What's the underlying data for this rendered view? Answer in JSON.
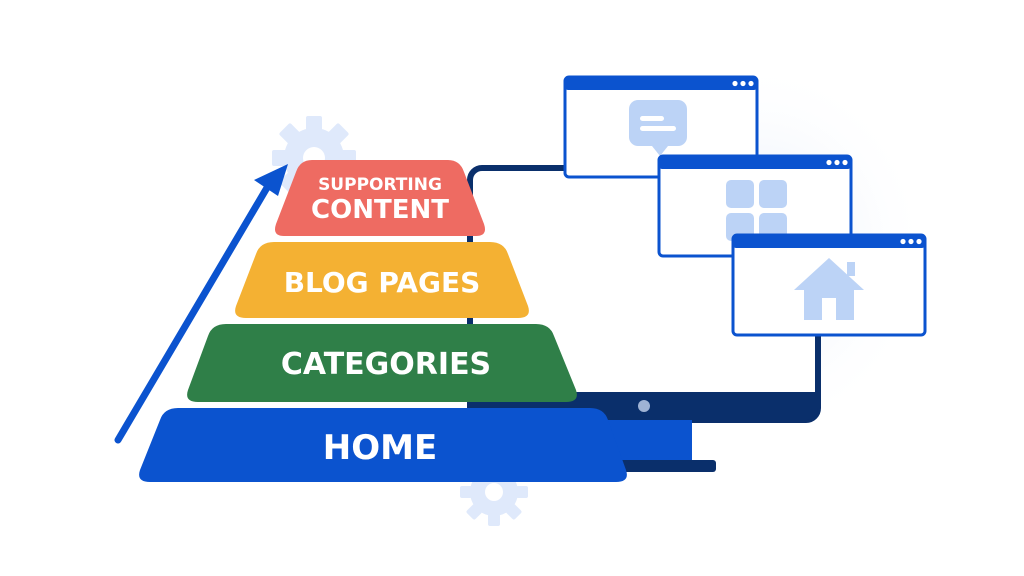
{
  "colors": {
    "primary_blue": "#0b53cf",
    "navy": "#0a2f6b",
    "light_blue": "#bcd3f6",
    "gear": "#dbe7fa",
    "supporting_content": "#ee6b62",
    "blog_pages": "#f4b133",
    "categories": "#2f7f48",
    "home": "#0b53cf"
  },
  "pyramid": {
    "tiers": [
      {
        "lines": [
          "SUPPORTING",
          "CONTENT"
        ],
        "color": "#ee6b62"
      },
      {
        "lines": [
          "BLOG PAGES"
        ],
        "color": "#f4b133"
      },
      {
        "lines": [
          "CATEGORIES"
        ],
        "color": "#2f7f48"
      },
      {
        "lines": [
          "HOME"
        ],
        "color": "#0b53cf"
      }
    ]
  },
  "browser_windows": [
    {
      "icon": "chat-bubble-icon"
    },
    {
      "icon": "grid-apps-icon"
    },
    {
      "icon": "home-icon"
    }
  ],
  "decorations": [
    "growth-arrow-icon",
    "gear-icon",
    "monitor-icon"
  ]
}
